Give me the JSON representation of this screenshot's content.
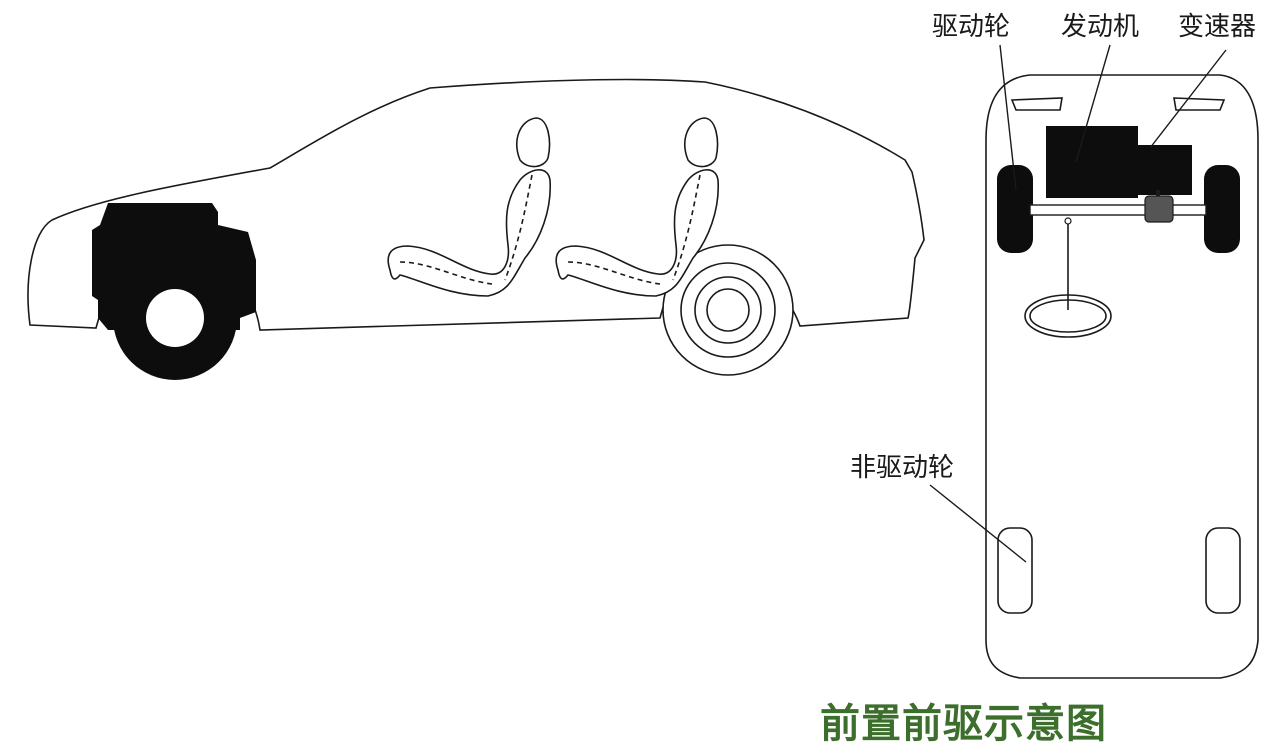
{
  "labels": {
    "drive_wheel": "驱动轮",
    "engine": "发动机",
    "transmission": "变速器",
    "non_drive_wheel": "非驱动轮"
  },
  "caption": "前置前驱示意图",
  "colors": {
    "line": "#1a1a1a",
    "fill_dark": "#0d0d0d",
    "caption": "#3c6e2c"
  }
}
